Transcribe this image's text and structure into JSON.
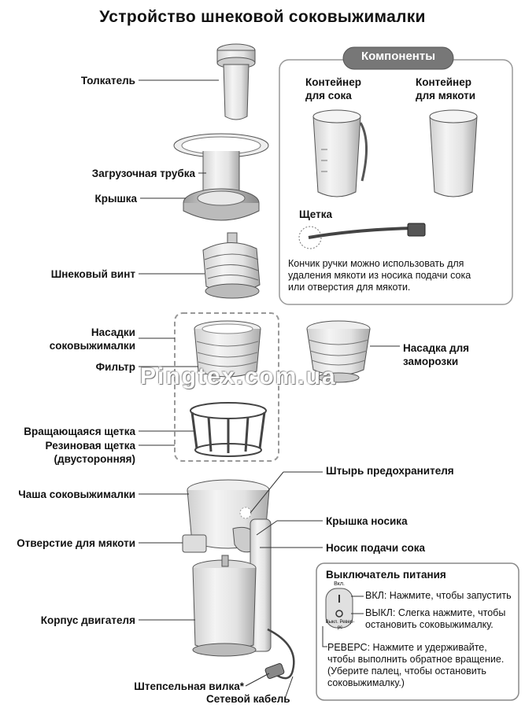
{
  "title": "Устройство шнековой соковыжималки",
  "watermark": "Pingtex.com.ua",
  "left_labels": {
    "pusher": "Толкатель",
    "feed_tube": "Загрузочная трубка",
    "lid": "Крышка",
    "auger": "Шнековый винт",
    "juicer_attachments_line1": "Насадки",
    "juicer_attachments_line2": "соковыжималки",
    "filter": "Фильтр",
    "rotating_brush": "Вращающаяся щетка",
    "rubber_brush_line1": "Резиновая щетка",
    "rubber_brush_line2": "(двусторонняя)",
    "bowl": "Чаша соковыжималки",
    "pulp_outlet": "Отверстие для мякоти",
    "motor_body": "Корпус двигателя",
    "plug": "Штепсельная вилка*",
    "cord": "Сетевой кабель"
  },
  "components": {
    "header": "Компоненты",
    "juice_container_line1": "Контейнер",
    "juice_container_line2": "для сока",
    "pulp_container_line1": "Контейнер",
    "pulp_container_line2": "для мякоти",
    "brush": "Щетка",
    "brush_note_line1": "Кончик ручки можно использовать для",
    "brush_note_line2": "удаления мякоти из носика подачи сока",
    "brush_note_line3": "или отверстия для мякоти."
  },
  "right_labels": {
    "freeze_attachment_line1": "Насадка для",
    "freeze_attachment_line2": "заморозки",
    "safety_pin": "Штырь предохранителя",
    "spout_cap": "Крышка носика",
    "juice_spout": "Носик подачи сока"
  },
  "power_switch": {
    "header": "Выключатель питания",
    "switch_top": "Вкл.",
    "switch_bottom": "Выкл. Ревер-рс",
    "on_text": "ВКЛ: Нажмите, чтобы запустить",
    "off_line1": "ВЫКЛ: Слегка нажмите, чтобы",
    "off_line2": "остановить соковыжималку.",
    "rev_line1": "РЕВЕРС: Нажмите и удерживайте,",
    "rev_line2": "чтобы выполнить обратное вращение.",
    "rev_line3": "(Уберите палец, чтобы остановить",
    "rev_line4": "соковыжималку.)"
  }
}
